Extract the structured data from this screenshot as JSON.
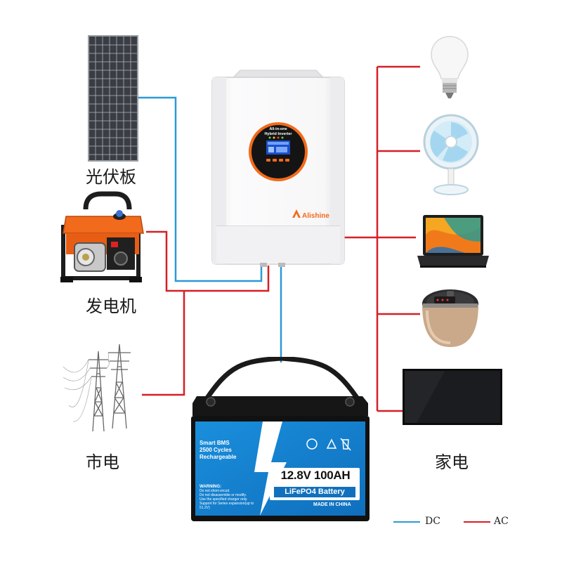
{
  "colors": {
    "dc": "#2b9ad6",
    "ac": "#d61f26",
    "brand": "#f26a1b"
  },
  "labels": {
    "solar_panel": "光伏板",
    "generator": "发电机",
    "grid": "市电",
    "appliances": "家电"
  },
  "inverter": {
    "brand": "Alishine",
    "display_line1": "All-in-one",
    "display_line2": "Hybrid Inverter"
  },
  "battery": {
    "features": [
      "Smart BMS",
      "2500 Cycles",
      "Rechargeable"
    ],
    "spec": "12.8V 100AH",
    "chemistry": "LiFePO4 Battery",
    "warning_title": "WARNING:",
    "warnings": [
      "Do not short-circuit.",
      "Do not disassemble or modify.",
      "Use the specified charger only.",
      "Support for Series expansion(up to 51.2V)"
    ],
    "made_in": "MADE IN CHINA"
  },
  "legend": {
    "dc": "DC",
    "ac": "AC"
  }
}
